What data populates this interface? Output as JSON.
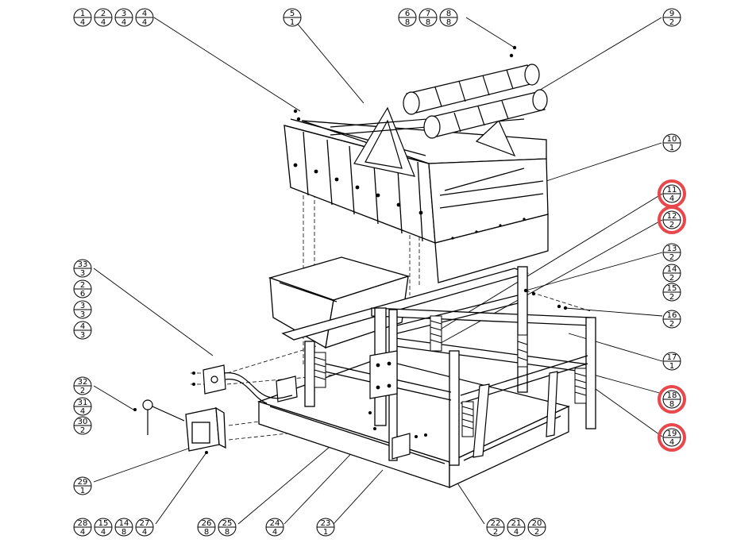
{
  "diagram": {
    "callouts": [
      {
        "id": "c1",
        "item": "1",
        "qty": "4"
      },
      {
        "id": "c2",
        "item": "2",
        "qty": "4"
      },
      {
        "id": "c3",
        "item": "3",
        "qty": "4"
      },
      {
        "id": "c4",
        "item": "4",
        "qty": "4"
      },
      {
        "id": "c5",
        "item": "5",
        "qty": "1"
      },
      {
        "id": "c6",
        "item": "6",
        "qty": "8"
      },
      {
        "id": "c7",
        "item": "7",
        "qty": "8"
      },
      {
        "id": "c8",
        "item": "8",
        "qty": "8"
      },
      {
        "id": "c9",
        "item": "9",
        "qty": "2"
      },
      {
        "id": "c10",
        "item": "10",
        "qty": "1"
      },
      {
        "id": "c11",
        "item": "11",
        "qty": "4",
        "highlighted": true
      },
      {
        "id": "c12",
        "item": "12",
        "qty": "2",
        "highlighted": true
      },
      {
        "id": "c13",
        "item": "13",
        "qty": "2"
      },
      {
        "id": "c14",
        "item": "14",
        "qty": "2"
      },
      {
        "id": "c15",
        "item": "15",
        "qty": "2"
      },
      {
        "id": "c16",
        "item": "16",
        "qty": "2"
      },
      {
        "id": "c17",
        "item": "17",
        "qty": "1"
      },
      {
        "id": "c18",
        "item": "18",
        "qty": "8",
        "highlighted": true
      },
      {
        "id": "c19",
        "item": "19",
        "qty": "4",
        "highlighted": true
      },
      {
        "id": "c33",
        "item": "33",
        "qty": "3"
      },
      {
        "id": "c2b",
        "item": "2",
        "qty": "6"
      },
      {
        "id": "c3b",
        "item": "3",
        "qty": "3"
      },
      {
        "id": "c4b",
        "item": "4",
        "qty": "3"
      },
      {
        "id": "c32",
        "item": "32",
        "qty": "2"
      },
      {
        "id": "c31",
        "item": "31",
        "qty": "4"
      },
      {
        "id": "c30",
        "item": "30",
        "qty": "2"
      },
      {
        "id": "c29",
        "item": "29",
        "qty": "1"
      },
      {
        "id": "c28",
        "item": "28",
        "qty": "4"
      },
      {
        "id": "c15b",
        "item": "15",
        "qty": "4"
      },
      {
        "id": "c14b",
        "item": "14",
        "qty": "8"
      },
      {
        "id": "c27",
        "item": "27",
        "qty": "4"
      },
      {
        "id": "c26",
        "item": "26",
        "qty": "8"
      },
      {
        "id": "c25",
        "item": "25",
        "qty": "8"
      },
      {
        "id": "c24",
        "item": "24",
        "qty": "4"
      },
      {
        "id": "c23",
        "item": "23",
        "qty": "1"
      },
      {
        "id": "c22",
        "item": "22",
        "qty": "2"
      },
      {
        "id": "c21",
        "item": "21",
        "qty": "4"
      },
      {
        "id": "c20",
        "item": "20",
        "qty": "2"
      }
    ],
    "colors": {
      "line": "#000000",
      "highlight": "#e8474b",
      "background": "#ffffff"
    }
  }
}
